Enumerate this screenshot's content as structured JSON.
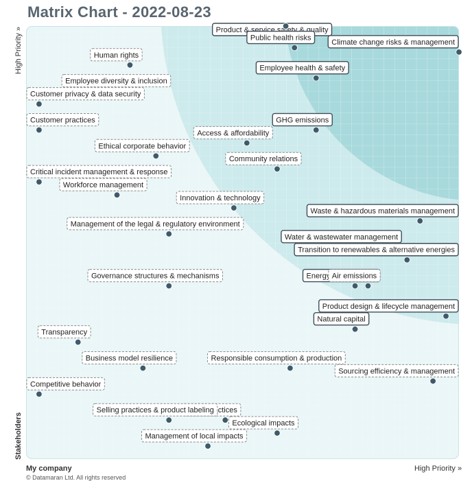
{
  "title": "Matrix Chart - 2022-08-23",
  "y_axis_top_label": "High Priority »",
  "y_axis_bottom_label": "Stakeholders",
  "x_axis_left_label": "My company",
  "x_axis_right_label": "High Priority »",
  "copyright": "© Datamaran Ltd. All rights reserved",
  "colors": {
    "background_light": "#eaf6f7",
    "band_mid": "#cdeaec",
    "band_inner": "#a8d9dc",
    "grid": "#ffffff",
    "dot": "#3f5a6a",
    "label_border_solid": "#3f4e59",
    "label_border_dashed": "#8a8a8a",
    "title": "#596670"
  },
  "chart_data": {
    "type": "scatter",
    "title": "Matrix Chart - 2022-08-23",
    "xlabel": "My company",
    "ylabel": "Stakeholders",
    "xlim": [
      0,
      100
    ],
    "ylim": [
      0,
      100
    ],
    "grid": true,
    "legend": "none",
    "points": [
      {
        "name": "Product & service safety & quality",
        "x": 60,
        "y": 100,
        "style": "solid"
      },
      {
        "name": "Climate change risks & management",
        "x": 100,
        "y": 94,
        "style": "solid"
      },
      {
        "name": "Public health risks",
        "x": 62,
        "y": 95,
        "style": "solid"
      },
      {
        "name": "Employee health & safety",
        "x": 67,
        "y": 88,
        "style": "solid"
      },
      {
        "name": "Human rights",
        "x": 24,
        "y": 91,
        "style": "dashed"
      },
      {
        "name": "Employee diversity & inclusion",
        "x": 24,
        "y": 85,
        "style": "dashed"
      },
      {
        "name": "Customer privacy & data security",
        "x": 3,
        "y": 82,
        "style": "dashed"
      },
      {
        "name": "Customer practices",
        "x": 3,
        "y": 76,
        "style": "dashed"
      },
      {
        "name": "GHG emissions",
        "x": 67,
        "y": 76,
        "style": "solid"
      },
      {
        "name": "Access & affordability",
        "x": 51,
        "y": 73,
        "style": "dashed"
      },
      {
        "name": "Ethical corporate behavior",
        "x": 30,
        "y": 70,
        "style": "dashed"
      },
      {
        "name": "Community relations",
        "x": 58,
        "y": 67,
        "style": "dashed"
      },
      {
        "name": "Critical incident management & response",
        "x": 3,
        "y": 64,
        "style": "dashed"
      },
      {
        "name": "Workforce management",
        "x": 21,
        "y": 61,
        "style": "dashed"
      },
      {
        "name": "Innovation & technology",
        "x": 48,
        "y": 58,
        "style": "dashed"
      },
      {
        "name": "Waste & hazardous materials management",
        "x": 91,
        "y": 55,
        "style": "solid"
      },
      {
        "name": "Management of the legal & regulatory environment",
        "x": 33,
        "y": 52,
        "style": "dashed"
      },
      {
        "name": "Water & wastewater management",
        "x": 76,
        "y": 49,
        "style": "solid"
      },
      {
        "name": "Transition to renewables & alternative energies",
        "x": 88,
        "y": 46,
        "style": "solid"
      },
      {
        "name": "Energy management",
        "x": 76,
        "y": 40,
        "style": "solid"
      },
      {
        "name": "Air emissions",
        "x": 79,
        "y": 40,
        "style": "dashed"
      },
      {
        "name": "Governance structures & mechanisms",
        "x": 33,
        "y": 40,
        "style": "dashed"
      },
      {
        "name": "Product design & lifecycle management",
        "x": 97,
        "y": 33,
        "style": "solid"
      },
      {
        "name": "Natural capital",
        "x": 76,
        "y": 30,
        "style": "solid"
      },
      {
        "name": "Transparency",
        "x": 12,
        "y": 27,
        "style": "dashed"
      },
      {
        "name": "Business model resilience",
        "x": 27,
        "y": 21,
        "style": "dashed"
      },
      {
        "name": "Responsible consumption & production",
        "x": 61,
        "y": 21,
        "style": "dashed"
      },
      {
        "name": "Sourcing efficiency & management",
        "x": 94,
        "y": 18,
        "style": "dashed"
      },
      {
        "name": "Competitive behavior",
        "x": 3,
        "y": 15,
        "style": "dashed"
      },
      {
        "name": "Labor practices",
        "x": 46,
        "y": 9,
        "style": "dashed"
      },
      {
        "name": "Selling practices & product labeling",
        "x": 33,
        "y": 9,
        "style": "dashed"
      },
      {
        "name": "Ecological impacts",
        "x": 58,
        "y": 6,
        "style": "dashed"
      },
      {
        "name": "Management of local impacts",
        "x": 42,
        "y": 3,
        "style": "dashed"
      }
    ]
  }
}
